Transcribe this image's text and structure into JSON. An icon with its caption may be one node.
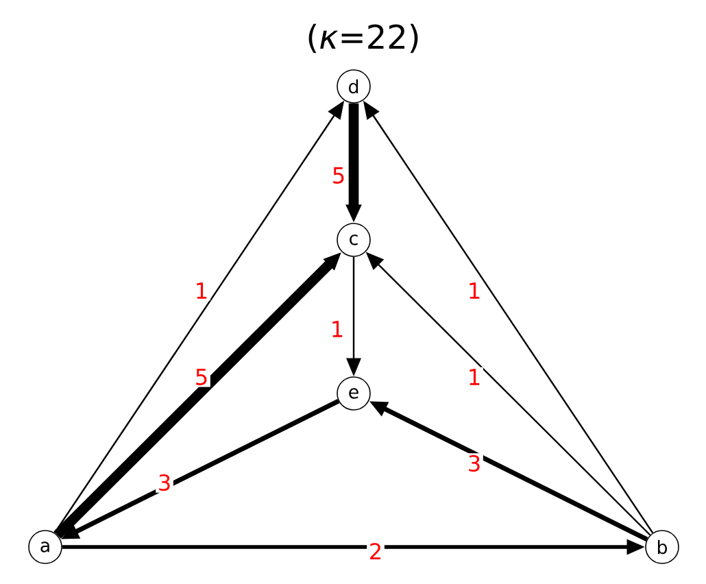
{
  "diagram": {
    "title": "(*κ*=22)",
    "nodes": [
      {
        "text": [
          "d"
        ]
      },
      {
        "text": [
          "c"
        ]
      },
      {
        "text": [
          "e"
        ]
      },
      {
        "text": [
          "a"
        ]
      },
      {
        "text": [
          "b"
        ]
      }
    ],
    "edges": [
      {
        "from": 0,
        "to": 1,
        "arrow": "to",
        "label": "5",
        "style": "thick"
      },
      {
        "from": 3,
        "to": 0,
        "arrow": "to",
        "label": "1"
      },
      {
        "from": 4,
        "to": 0,
        "arrow": "to",
        "label": "1"
      },
      {
        "from": 3,
        "to": 1,
        "arrow": "to",
        "label": "5",
        "style": "thick"
      },
      {
        "from": 4,
        "to": 1,
        "arrow": "to",
        "label": "1"
      },
      {
        "from": 1,
        "to": 2,
        "arrow": "to",
        "label": "1"
      },
      {
        "from": 2,
        "to": 3,
        "arrow": "to",
        "label": "3"
      },
      {
        "from": 4,
        "to": 2,
        "arrow": "to",
        "label": "3"
      },
      {
        "from": 3,
        "to": 4,
        "arrow": "to",
        "label": "2"
      }
    ]
  }
}
